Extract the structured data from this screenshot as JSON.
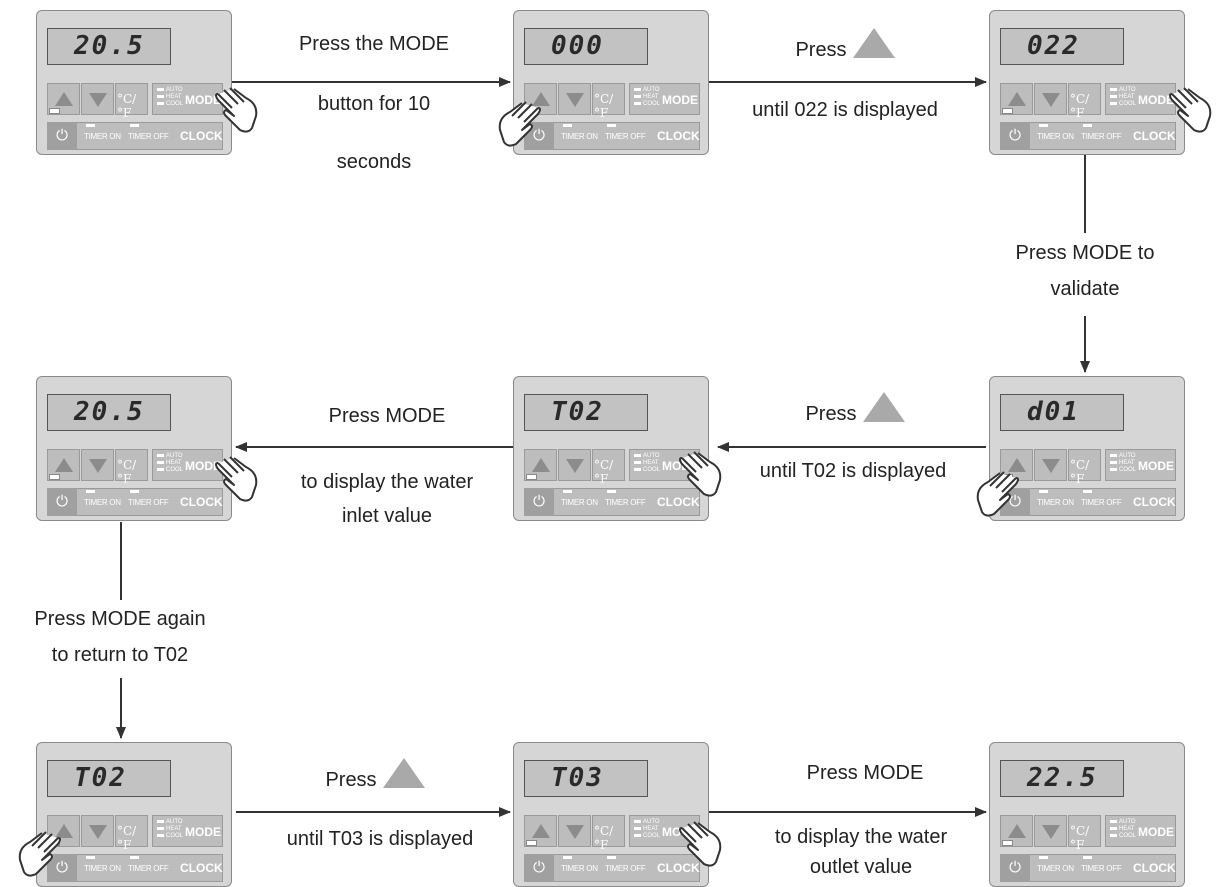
{
  "panel_text": {
    "unit": "°C/°F",
    "mode_options": [
      "AUTO",
      "HEAT",
      "COOL"
    ],
    "mode_button": "MODE",
    "timer_on": "TIMER ON",
    "timer_off": "TIMER OFF",
    "clock": "CLOCK",
    "power_symbol": "⏻"
  },
  "displays": [
    "20.5",
    "000",
    "022",
    "20.5",
    "T02",
    "d01",
    "T02",
    "T03",
    "22.5"
  ],
  "labels": {
    "step1": [
      "Press the MODE",
      "button for 10",
      "seconds"
    ],
    "step2": [
      "Press",
      "until 022 is displayed"
    ],
    "step3": [
      "Press MODE to",
      "validate"
    ],
    "step4": [
      "Press",
      "until T02 is displayed"
    ],
    "step5": [
      "Press MODE",
      "to display the water",
      "inlet value"
    ],
    "step6": [
      "Press MODE again",
      "to return to T02"
    ],
    "step7": [
      "Press",
      "until T03 is displayed"
    ],
    "step8": [
      "Press MODE",
      "to display the water",
      "outlet value"
    ]
  },
  "icons": [
    "up-arrow-icon",
    "down-arrow-icon",
    "power-icon",
    "pointing-hand-icon"
  ],
  "colors": {
    "panel": "#d6d6d6",
    "button": "#bdbdbd",
    "arrow": "#333333",
    "triangle": "#a9a9a9"
  }
}
